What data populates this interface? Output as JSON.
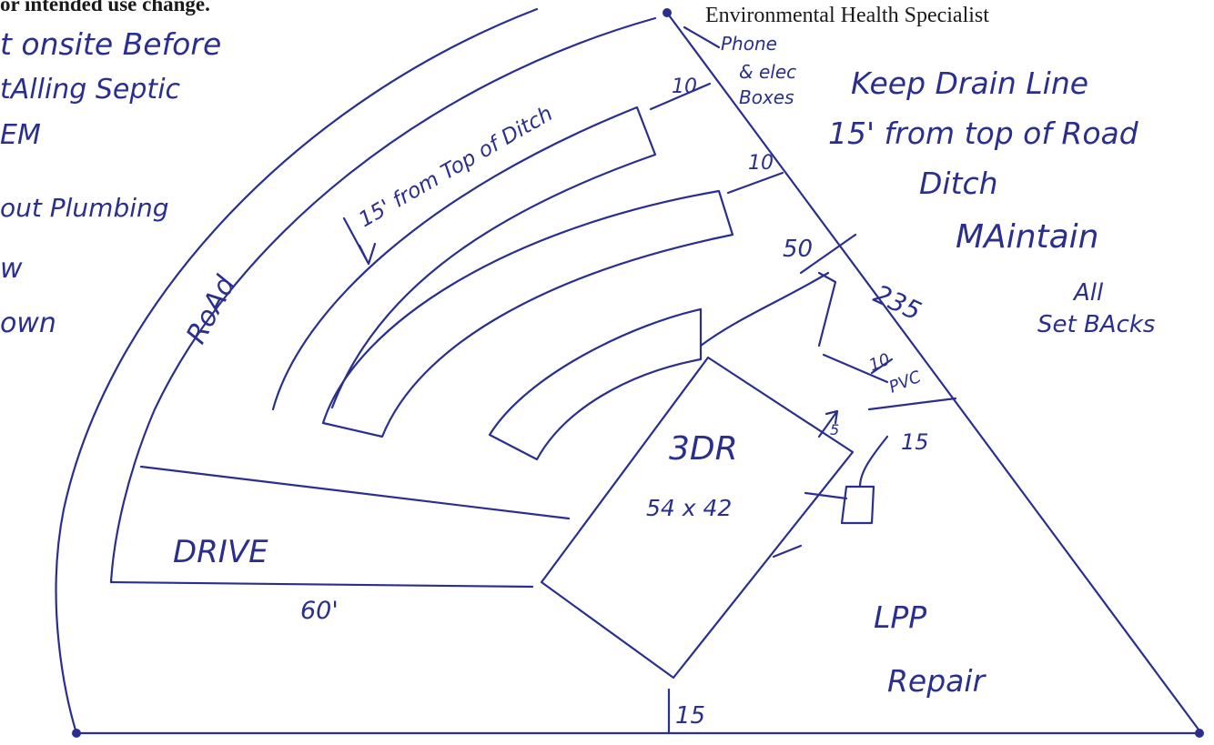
{
  "printed": {
    "top_left": "or intended use change.",
    "top_right": "Environmental Health Specialist"
  },
  "notes": {
    "left": [
      "t onsite Before",
      "tAlling Septic",
      "EM",
      "out Plumbing",
      "w",
      "own"
    ],
    "right": [
      "Keep Drain Line",
      "15' from top of Road",
      "Ditch",
      "MAintain",
      "All",
      "Set BAcks"
    ],
    "phone": [
      "Phone",
      "& elec",
      "Boxes"
    ]
  },
  "labels": {
    "road": "RoAd",
    "ditch_setback": "15' from Top of Ditch",
    "house_bedrooms": "3DR",
    "house_size": "54 x 42",
    "drive": "DRIVE",
    "drive_length": "60'",
    "repair": "LPP",
    "repair2": "Repair",
    "side_length": "235",
    "pvc": "PVC"
  },
  "dimensions": {
    "d10a": "10",
    "d10b": "10",
    "d50": "50",
    "d10c": "10",
    "d15a": "15",
    "d15b": "15",
    "d5": "5"
  },
  "ink_color": "#2a2f8f"
}
